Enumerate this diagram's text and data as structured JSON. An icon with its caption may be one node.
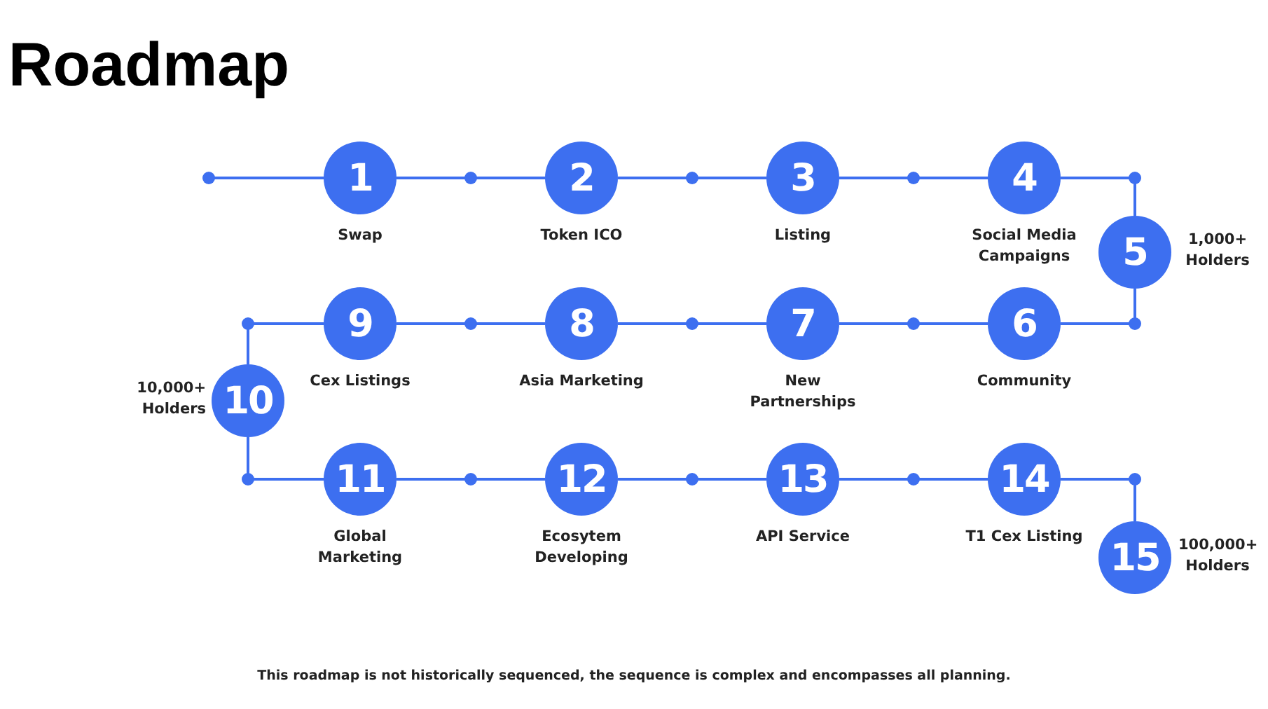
{
  "diagram": {
    "title": "Roadmap",
    "caption": "This roadmap is not historically sequenced, the sequence is complex and encompasses all planning.",
    "nodes": [
      {
        "text": [
          "1"
        ],
        "beside": [
          "Swap"
        ]
      },
      {
        "text": [
          "2"
        ],
        "beside": [
          "Token ICO"
        ]
      },
      {
        "text": [
          "3"
        ],
        "beside": [
          "Listing"
        ]
      },
      {
        "text": [
          "4"
        ],
        "beside": [
          "Social Media Campaigns"
        ]
      },
      {
        "text": [
          "5"
        ],
        "beside": [
          "1,000+ Holders"
        ]
      },
      {
        "text": [
          "6"
        ],
        "beside": [
          "Community"
        ]
      },
      {
        "text": [
          "7"
        ],
        "beside": [
          "New Partnerships"
        ]
      },
      {
        "text": [
          "8"
        ],
        "beside": [
          "Asia Marketing"
        ]
      },
      {
        "text": [
          "9"
        ],
        "beside": [
          "Cex Listings"
        ]
      },
      {
        "text": [
          "10"
        ],
        "beside": [
          "10,000+ Holders"
        ]
      },
      {
        "text": [
          "11"
        ],
        "beside": [
          "Global Marketing"
        ]
      },
      {
        "text": [
          "12"
        ],
        "beside": [
          "Ecosytem Developing"
        ]
      },
      {
        "text": [
          "13"
        ],
        "beside": [
          "API Service"
        ]
      },
      {
        "text": [
          "14"
        ],
        "beside": [
          "T1 Cex Listing"
        ]
      },
      {
        "text": [
          "15"
        ],
        "beside": [
          "100,000+ Holders"
        ]
      }
    ],
    "edges": [
      {
        "from": null,
        "to": 0,
        "arrow": "other"
      },
      {
        "from": 0,
        "to": 1,
        "arrow": "none"
      },
      {
        "from": 1,
        "to": 2,
        "arrow": "none"
      },
      {
        "from": 2,
        "to": 3,
        "arrow": "none"
      },
      {
        "from": 3,
        "to": 4,
        "arrow": "none"
      },
      {
        "from": 4,
        "to": 5,
        "arrow": "none"
      },
      {
        "from": 5,
        "to": 6,
        "arrow": "none"
      },
      {
        "from": 6,
        "to": 7,
        "arrow": "none"
      },
      {
        "from": 7,
        "to": 8,
        "arrow": "none"
      },
      {
        "from": 8,
        "to": 9,
        "arrow": "none"
      },
      {
        "from": 9,
        "to": 10,
        "arrow": "none"
      },
      {
        "from": 10,
        "to": 11,
        "arrow": "none"
      },
      {
        "from": 11,
        "to": 12,
        "arrow": "none"
      },
      {
        "from": 12,
        "to": 13,
        "arrow": "none"
      },
      {
        "from": 13,
        "to": 14,
        "arrow": "none"
      }
    ]
  }
}
